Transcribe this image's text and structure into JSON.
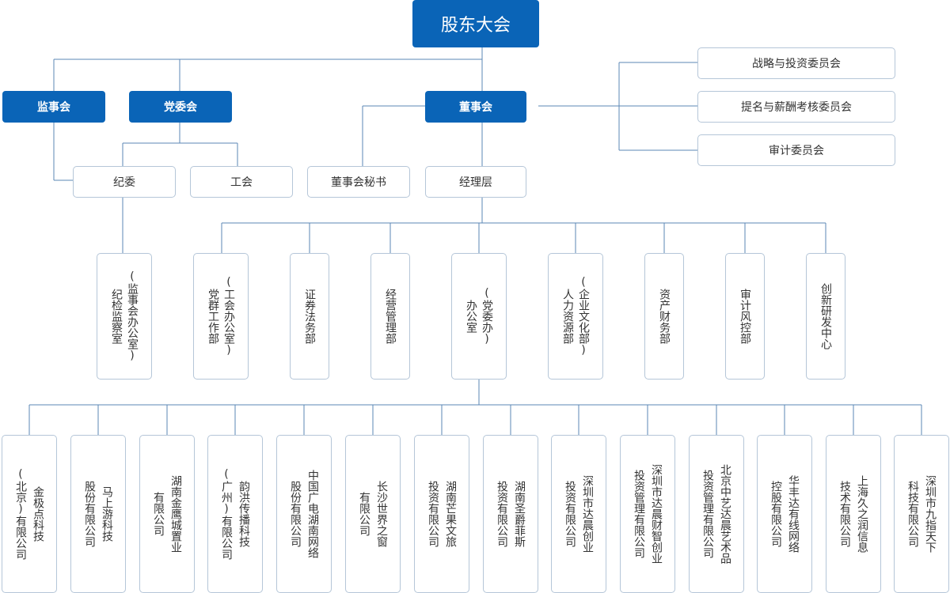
{
  "root": "股东大会",
  "level1": {
    "supervisory": "监事会",
    "party": "党委会",
    "board": "董事会"
  },
  "committees": [
    "战略与投资委员会",
    "提名与薪酬考核委员会",
    "审计委员会"
  ],
  "level2": {
    "discipline": "纪委",
    "union": "工会",
    "secretary": "董事会秘书",
    "management": "经理层"
  },
  "departments": [
    "(监事会办公室)\n纪检监察室",
    "(工会办公室)\n党群工作部",
    "证券法务部",
    "经营管理部",
    "(党委办)\n办公室",
    "(企业文化部)\n人力资源部",
    "资产财务部",
    "审计风控部",
    "创新研发中心"
  ],
  "companies": [
    "金极点科技\n(北京)有限公司",
    "马上游科技\n股份有限公司",
    "湖南金鹰城置业\n有限公司",
    "韵洪传播科技\n(广州)有限公司",
    "中国广电湖南网络\n股份有限公司",
    "长沙世界之窗\n有限公司",
    "湖南芒果文旅\n投资有限公司",
    "湖南圣爵菲斯\n投资有限公司",
    "深圳市达晨创业\n投资有限公司",
    "深圳市达晨财智创业\n投资管理有限公司",
    "北京中艺达晨艺术品\n投资管理有限公司",
    "华丰达有线网络\n控股有限公司",
    "上海久之润信息\n技术有限公司",
    "深圳市九指天下\n科技有限公司"
  ],
  "colors": {
    "primary": "#0a64b7",
    "line": "#5b87b5",
    "border": "#b5c6d8"
  }
}
